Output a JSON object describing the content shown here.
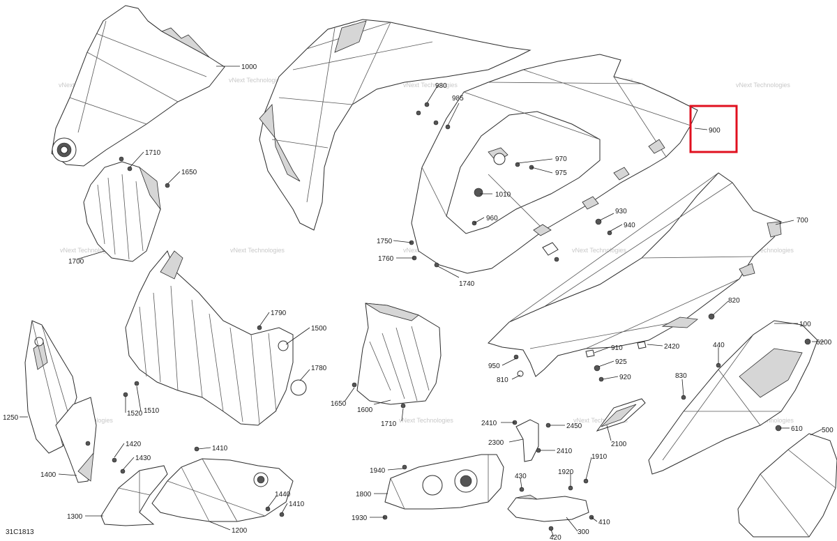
{
  "diagram": {
    "drawing_number": "31C1813",
    "watermark": "vNext Technologies",
    "highlight_color": "#e0101f",
    "highlighted_callout": "900",
    "callouts": [
      "1000",
      "980",
      "985",
      "970",
      "975",
      "1010",
      "960",
      "1750",
      "1760",
      "1740",
      "930",
      "940",
      "700",
      "1710",
      "1650",
      "1700",
      "1790",
      "1500",
      "1780",
      "1600",
      "1250",
      "1520",
      "1510",
      "1420",
      "1430",
      "1410",
      "1400",
      "1440",
      "1300",
      "1200",
      "2410",
      "2450",
      "2300",
      "2100",
      "1940",
      "1800",
      "1930",
      "430",
      "1920",
      "1910",
      "300",
      "410",
      "420",
      "820",
      "910",
      "2420",
      "950",
      "925",
      "810",
      "920",
      "440",
      "100",
      "6200",
      "830",
      "610",
      "500",
      "900"
    ]
  }
}
